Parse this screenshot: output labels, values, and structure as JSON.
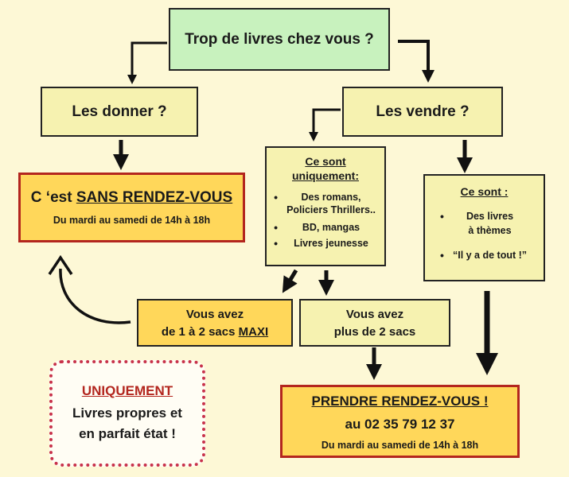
{
  "top": {
    "question": "Trop de livres chez vous ?"
  },
  "left_branch": {
    "label": "Les donner ?"
  },
  "right_branch": {
    "label": "Les vendre ?"
  },
  "sans_rdv": {
    "prefix": "C ‘est ",
    "emphasis": "SANS RENDEZ-VOUS",
    "hours": "Du mardi au samedi de 14h à 18h"
  },
  "uniquement_box": {
    "title_line1": "Ce sont",
    "title_line2": "uniquement:",
    "items": [
      [
        "Des romans,",
        "Policiers Thrillers.."
      ],
      [
        "BD, mangas"
      ],
      [
        "Livres jeunesse"
      ]
    ]
  },
  "themes_box": {
    "title": "Ce sont :",
    "items": [
      [
        "Des livres",
        "à thèmes"
      ],
      [
        "“Il y a de tout !”"
      ]
    ]
  },
  "sacs_maxi": {
    "line1": "Vous avez",
    "line2_prefix": "de 1 à 2 sacs ",
    "line2_emphasis": "MAXI"
  },
  "plus_sacs": {
    "line1": "Vous avez",
    "line2": "plus de 2 sacs"
  },
  "rdv": {
    "title": "PRENDRE RENDEZ-VOUS !",
    "phone": "au 02 35 79 12 37",
    "hours": "Du mardi au samedi de 14h à 18h"
  },
  "note": {
    "title": "UNIQUEMENT",
    "line1": "Livres propres et",
    "line2": "en parfait état !"
  },
  "colors": {
    "background": "#fdf8d6",
    "top_box": "#c8f2be",
    "question_box": "#f6f2b0",
    "highlight_box": "#ffd75a",
    "highlight_border": "#b3261e",
    "accent_red": "#b3261e",
    "heart_border": "#c8324b"
  }
}
